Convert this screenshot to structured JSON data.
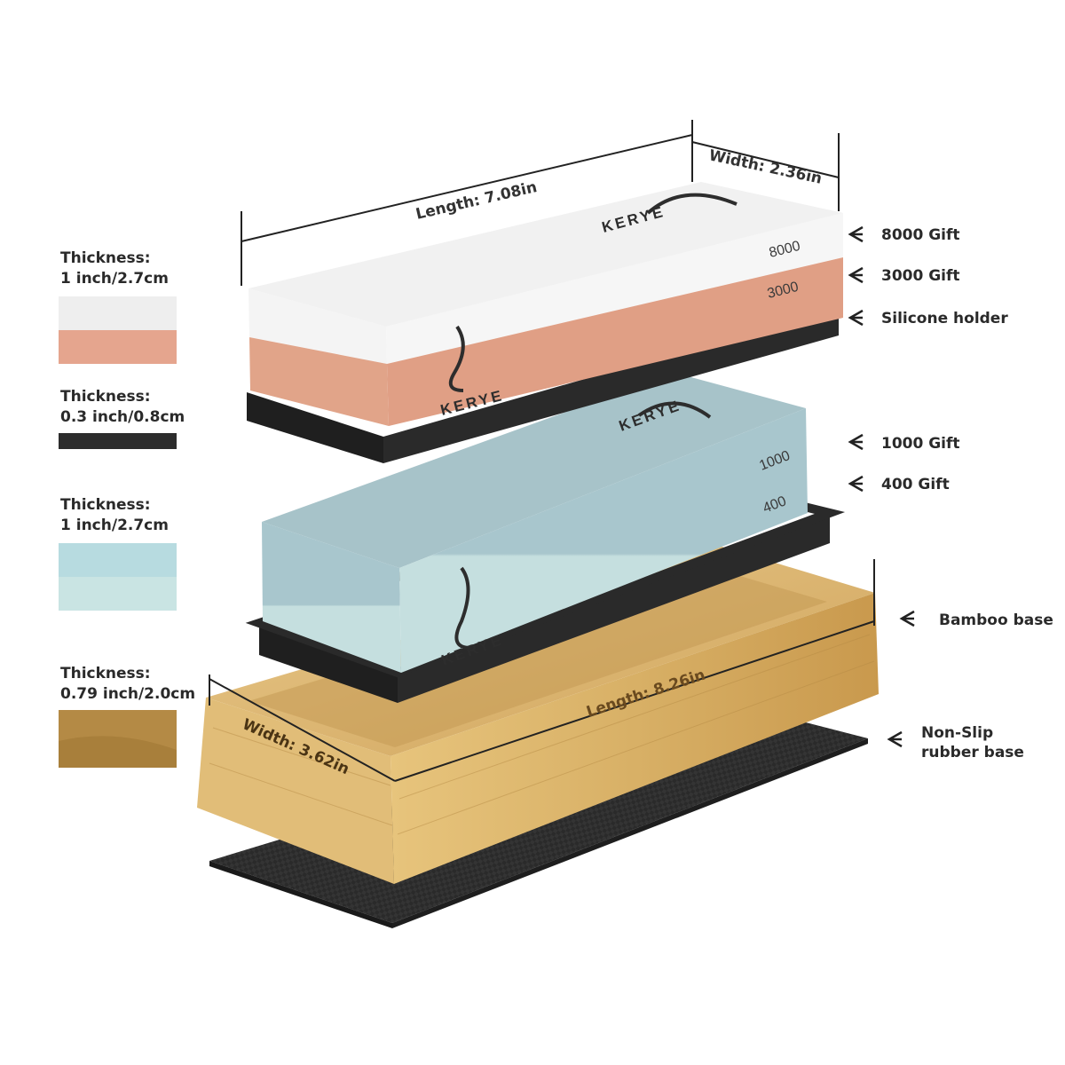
{
  "legend": [
    {
      "label_line1": "Thickness:",
      "label_line2": "1 inch/2.7cm",
      "colors": [
        "#eeeeee",
        "#e5a58e"
      ]
    },
    {
      "label_line1": "Thickness:",
      "label_line2": "0.3 inch/0.8cm",
      "colors": [
        "#2c2c2c"
      ]
    },
    {
      "label_line1": "Thickness:",
      "label_line2": "1 inch/2.7cm",
      "colors": [
        "#b7dbe0",
        "#c9e4e3"
      ]
    },
    {
      "label_line1": "Thickness:",
      "label_line2": "0.79 inch/2.0cm",
      "colors": [
        "#b48a45"
      ]
    }
  ],
  "callouts": [
    {
      "text": "8000 Gift"
    },
    {
      "text": "3000 Gift"
    },
    {
      "text": "Silicone holder"
    },
    {
      "text": "1000 Gift"
    },
    {
      "text": "400 Gift"
    },
    {
      "text": "Bamboo base"
    },
    {
      "text": "Non-Slip",
      "text2": "rubber base"
    }
  ],
  "dimensions": {
    "top_length": "Length: 7.08in",
    "top_width": "Width: 2.36in",
    "base_length": "Length: 8.26in",
    "base_width": "Width: 3.62in"
  },
  "stones": {
    "top": {
      "upper_grit": "8000",
      "lower_grit": "3000",
      "brand": "KERYE"
    },
    "bottom": {
      "upper_grit": "1000",
      "lower_grit": "400",
      "brand": "KERYE"
    }
  },
  "colors": {
    "white_stone": "#f2f2f2",
    "orange_stone": "#e0a489",
    "blue_stone": "#a9c9d0",
    "holder": "#2a2a2a",
    "bamboo": "#d9b46a",
    "rubber": "#2d2d2d"
  }
}
